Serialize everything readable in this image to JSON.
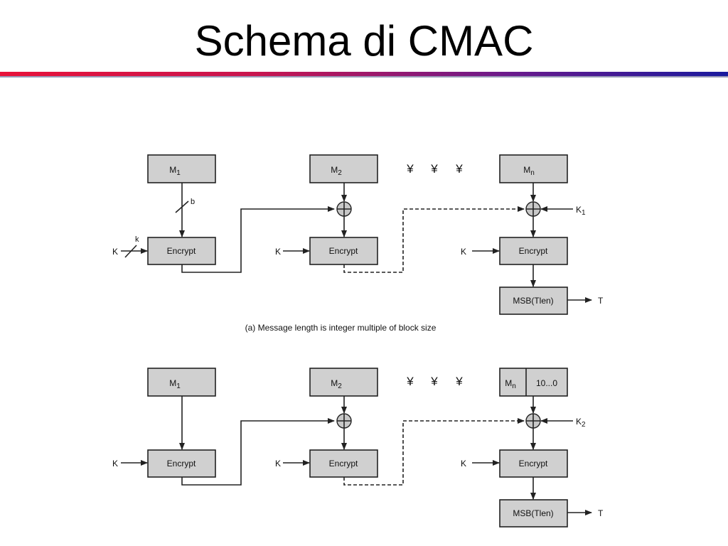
{
  "slide": {
    "title": "Schema di CMAC"
  },
  "diagram": {
    "top": {
      "m1": "M",
      "m1_sub": "1",
      "m2": "M",
      "m2_sub": "2",
      "mn": "M",
      "mn_sub": "n",
      "ellipsis": [
        "¥",
        "¥",
        "¥"
      ],
      "encrypt": "Encrypt",
      "key": "K",
      "k1": "K",
      "k1_sub": "1",
      "msb": "MSB(Tlen)",
      "out": "T",
      "bus_b": "b",
      "bus_k": "k",
      "caption": "(a) Message length is integer multiple of block size"
    },
    "bottom": {
      "m1": "M",
      "m1_sub": "1",
      "m2": "M",
      "m2_sub": "2",
      "mn": "M",
      "mn_sub": "n",
      "pad": "10...0",
      "ellipsis": [
        "¥",
        "¥",
        "¥"
      ],
      "encrypt": "Encrypt",
      "key": "K",
      "k2": "K",
      "k2_sub": "2",
      "msb": "MSB(Tlen)",
      "out": "T"
    }
  }
}
